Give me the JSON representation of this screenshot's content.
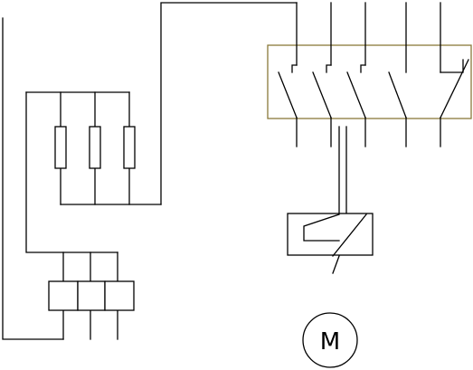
{
  "motor": {
    "label": "M"
  },
  "colors": {
    "wire": "#000000",
    "contactor_housing": "#8a7a3a",
    "background": "#ffffff"
  },
  "components": {
    "fuses": 3,
    "contactor_poles": 5,
    "terminal_block_rows": 3
  }
}
